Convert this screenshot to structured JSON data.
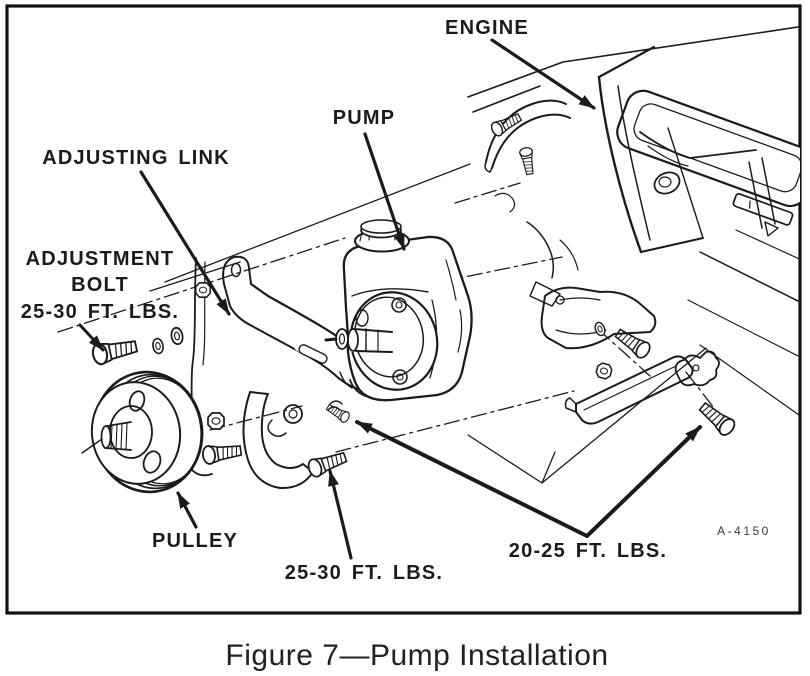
{
  "figure": {
    "caption": "Figure 7—Pump Installation",
    "drawing_code": "A-4150"
  },
  "labels": {
    "engine": "ENGINE",
    "pump": "PUMP",
    "adjusting_link": "ADJUSTING LINK",
    "adjustment_bolt": {
      "line1": "ADJUSTMENT",
      "line2": "BOLT",
      "torque": "25-30 FT. LBS."
    },
    "pulley": "PULLEY",
    "pivot_bolt_torque": "25-30 FT. LBS.",
    "bracket_bolts_torque": "20-25 FT. LBS."
  },
  "colors": {
    "ink": "#1b1b1b",
    "paper": "#ffffff"
  }
}
